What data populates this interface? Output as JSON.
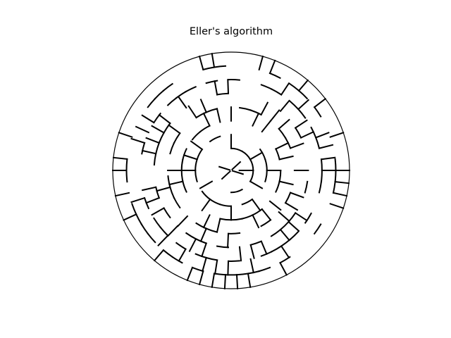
{
  "figure": {
    "title": "Eller's algorithm"
  },
  "maze": {
    "algorithm": "Eller",
    "shape": "circular",
    "rings": 8,
    "line_color": "#000000",
    "background": "#ffffff"
  }
}
